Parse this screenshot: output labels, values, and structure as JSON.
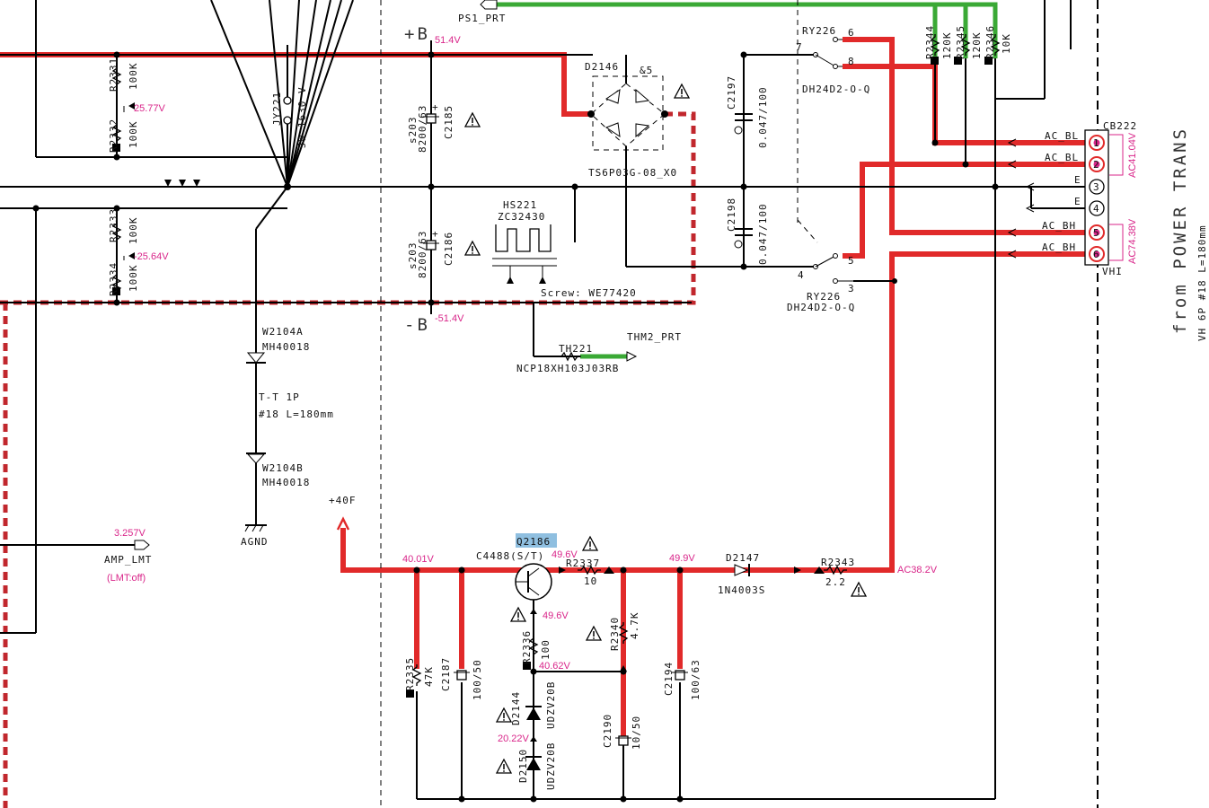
{
  "labels": {
    "ps1_prt": "PS1_PRT",
    "plus_b": "+B",
    "plus_b_v": "51.4V",
    "minus_b": "-B",
    "minus_b_v": "-51.4V",
    "d2146": "D2146",
    "d2146_pin": "&5",
    "d2146_part": "TS6P03G-08_X0",
    "ry226_top": "RY226",
    "ry226_top_part": "DH24D2-O-Q",
    "ry226_bot": "RY226",
    "ry226_bot_part": "DH24D2-O-Q",
    "r2331": "R2331",
    "r2331_v": "100K",
    "r2332": "R2332",
    "r2332_v": "100K",
    "r2333": "R2333",
    "r2333_v": "100K",
    "r2334": "R2334",
    "r2334_v": "100K",
    "v_2577": "25.77V",
    "v_n2564": "-25.64V",
    "jy221": "JY221",
    "jw1630": "JW 1630 V",
    "c2185": "C2185",
    "c2185_v": "8200/63",
    "c2185_s": "s203",
    "c2186": "C2186",
    "c2186_v": "8200/63",
    "c2186_s": "s203",
    "c2197": "C2197",
    "c2197_v": "0.047/100",
    "c2198": "C2198",
    "c2198_v": "0.047/100",
    "hs221": "HS221",
    "zc32430": "ZC32430",
    "screw": "Screw: WE77420",
    "th221": "TH221",
    "thm2_prt": "THM2_PRT",
    "ncp": "NCP18XH103J03RB",
    "w2104a": "W2104A",
    "mh_a": "MH40018",
    "tt": "T-T 1P",
    "tt_len": "#18 L=180mm",
    "w2104b": "W2104B",
    "mh_b": "MH40018",
    "agnd": "AGND",
    "plus40f": "+40F",
    "amp_lmt": "AMP_LMT",
    "v_3257": "3.257V",
    "lmt_off": "(LMT:off)",
    "r2344": "R2344",
    "r2344_v": "120K",
    "r2345": "R2345",
    "r2345_v": "120K",
    "r2346": "R2346",
    "r2346_v": "10K",
    "cb222": "CB222",
    "vhi": "VHI",
    "ac_bl1": "AC_BL",
    "ac_bl2": "AC_BL",
    "pin_e1": "E",
    "pin_e2": "E",
    "ac_bh1": "AC_BH",
    "ac_bh2": "AC_BH",
    "ac41": "AC41.04V",
    "ac74": "AC74.38V",
    "from_power": "from POWER TRANS",
    "vh6p": "VH 6P #18 L=180mm",
    "q2186": "Q2186",
    "c4488": "C4488(S/T)",
    "v_4001": "40.01V",
    "v_496a": "49.6V",
    "r2337": "R2337",
    "r2337_v": "10",
    "v_499": "49.9V",
    "d2147": "D2147",
    "d2147_part": "1N4003S",
    "r2343": "R2343",
    "r2343_v": "2.2",
    "ac382": "AC38.2V",
    "v_496b": "49.6V",
    "r2336": "R2336",
    "r2336_v": "100",
    "v_4062": "40.62V",
    "r2340": "R2340",
    "r2340_v": "4.7K",
    "r2335": "R2335",
    "r2335_v": "47K",
    "c2187": "C2187",
    "c2187_v": "100/50",
    "c2194": "C2194",
    "c2194_v": "100/63",
    "c2190": "C2190",
    "c2190_v": "10/50",
    "d2144": "D2144",
    "d2144_part": "UDZV20B",
    "v_2022": "20.22V",
    "d2150": "D2150",
    "d2150_part": "UDZV20B",
    "pin_1": "1",
    "pin_2": "2",
    "pin_3": "3",
    "pin_4": "4",
    "pin_5": "5",
    "pin_6": "6",
    "ry_p6": "6",
    "ry_p7": "7",
    "ry_p8": "8",
    "ry_p4": "4",
    "ry_p5": "5",
    "ry_p3": "3"
  },
  "colors": {
    "highlight_red": "#e12a2a",
    "highlight_green": "#3aa935",
    "voltage_text": "#d9268a",
    "selection": "#8fbfe0"
  },
  "icons": [
    "warning-icon",
    "resistor-symbol",
    "capacitor-symbol",
    "diode-symbol",
    "transistor-symbol",
    "connector-pin-symbol",
    "ground-symbol"
  ]
}
